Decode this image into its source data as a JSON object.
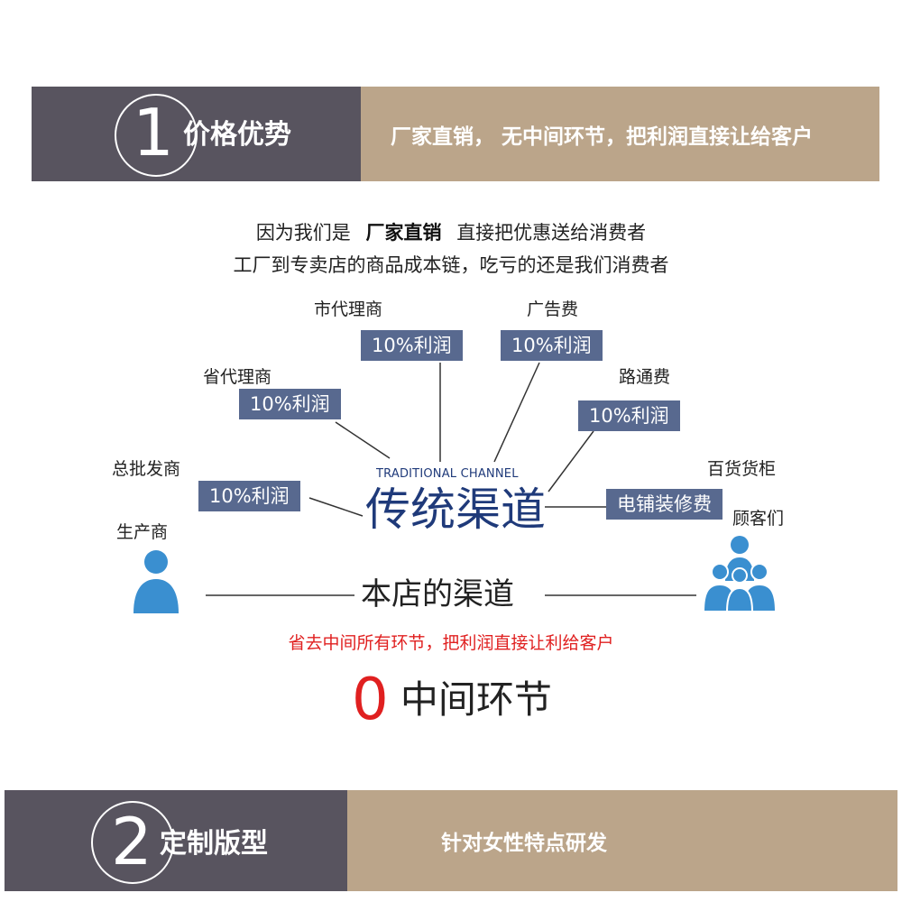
{
  "section1": {
    "number": "1",
    "title": "价格优势",
    "subtitle": "厂家直销， 无中间环节，把利润直接让给客户"
  },
  "intro": {
    "line1_pre": "因为我们是",
    "line1_bold": "厂家直销",
    "line1_post": "直接把优惠送给消费者",
    "line2": "工厂到专卖店的商品成本链，吃亏的还是我们消费者"
  },
  "traditional": {
    "labels": {
      "city_agent": "市代理商",
      "advertising": "广告费",
      "province_agent": "省代理商",
      "road_fee": "路通费",
      "wholesaler": "总批发商",
      "department_store": "百货货柜",
      "manufacturer": "生产商",
      "customers": "顾客们"
    },
    "tags": {
      "city_agent_profit": "10%利润",
      "advertising_profit": "10%利润",
      "province_agent_profit": "10%利润",
      "road_fee_profit": "10%利润",
      "wholesaler_profit": "10%利润",
      "decoration": "电铺装修费"
    },
    "channel_en": "TRADITIONAL CHANNEL",
    "channel_cn": "传统渠道"
  },
  "our_channel": {
    "label": "本店的渠道",
    "note": "省去中间所有环节，把利润直接让利给客户",
    "zero": "0",
    "zero_text": "中间环节"
  },
  "section2": {
    "number": "2",
    "title": "定制版型",
    "subtitle": "针对女性特点研发"
  },
  "colors": {
    "banner_dark": "#58545f",
    "banner_light": "#bba58a",
    "tag_bg": "#58698f",
    "channel_blue": "#1f3a7a",
    "accent_red": "#e02020",
    "person_icon": "#3a8fd0"
  },
  "icons": [
    "person-icon",
    "group-icon"
  ]
}
